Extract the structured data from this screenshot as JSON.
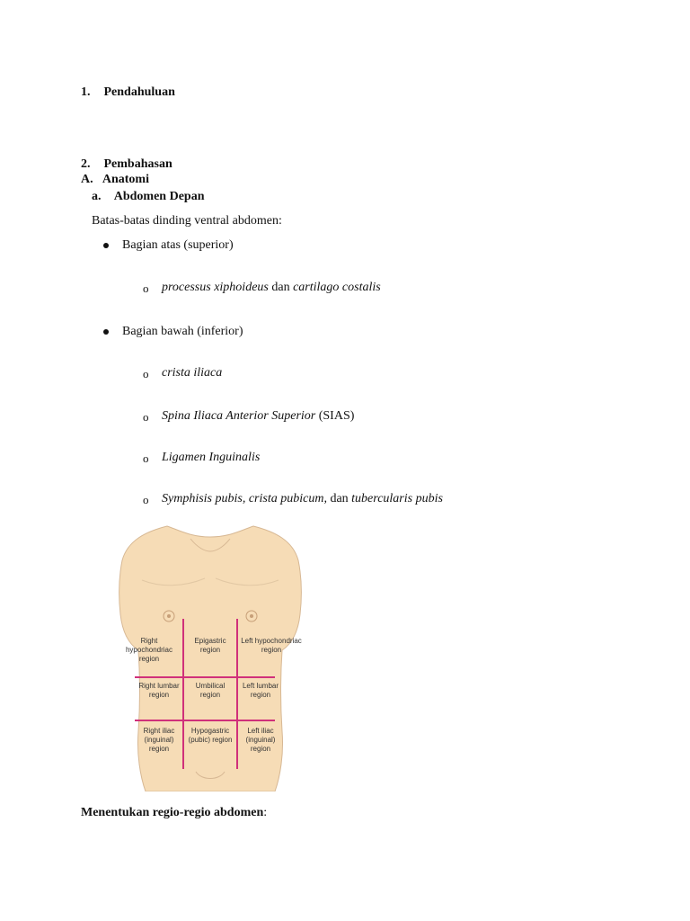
{
  "sections": {
    "s1": {
      "num": "1.",
      "title": "Pendahuluan"
    },
    "s2": {
      "num": "2.",
      "title": "Pembahasan"
    },
    "sA": {
      "num": "A.",
      "title": "Anatomi"
    },
    "sa": {
      "num": "a.",
      "title": "Abdomen Depan"
    }
  },
  "intro": "Batas-batas dinding ventral abdomen:",
  "superior": {
    "label": "Bagian atas (superior)",
    "items": [
      {
        "a": "processus xiphoideus",
        "b": " dan ",
        "c": "cartilago costalis"
      }
    ]
  },
  "inferior": {
    "label": "Bagian bawah (inferior)",
    "item1": "crista iliaca",
    "item2": {
      "a": "Spina Iliaca Anterior Superior",
      "b": " (SIAS)"
    },
    "item3": "Ligamen Inguinalis",
    "item4": {
      "a": "Symphisis pubis, crista pubicum,",
      "b": " dan ",
      "c": "tubercularis pubis"
    }
  },
  "figure": {
    "regions": [
      "Right hypochondriac region",
      "Epigastric region",
      "Left hypochondriac region",
      "Right lumbar region",
      "Umbilical region",
      "Left lumbar region",
      "Right iliac (inguinal) region",
      "Hypogastric (pubic) region",
      "Left iliac (inguinal) region"
    ],
    "skin_color": "#f6dcb6",
    "line_color": "#d0307a"
  },
  "footer": {
    "bold": "Menentukan regio-regio abdomen",
    "colon": ":"
  }
}
